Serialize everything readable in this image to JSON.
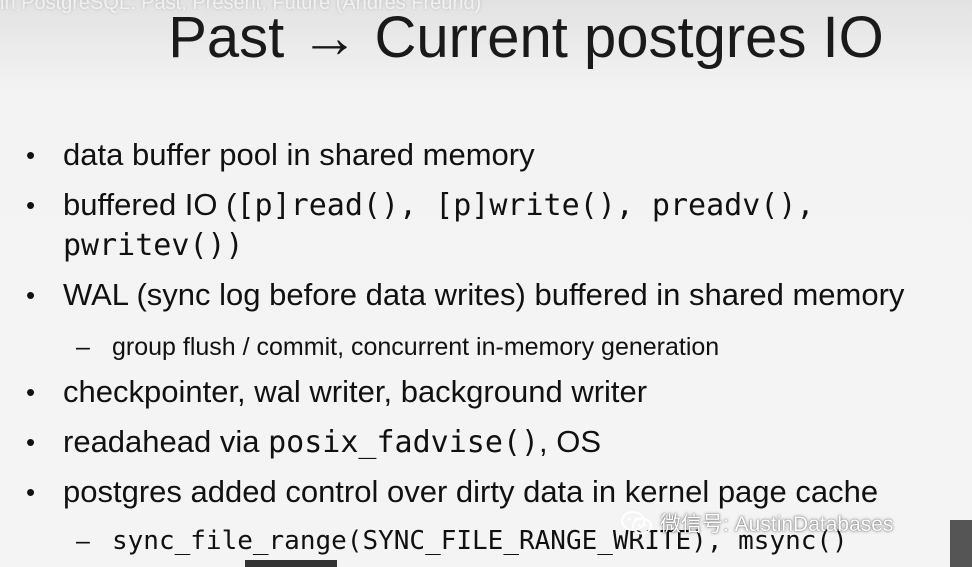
{
  "video_title": "in PostgreSQL: Past, Present, Future (Andres Freund)",
  "slide": {
    "title": "Past → Current postgres IO",
    "bullet_glyph": "•",
    "dash_glyph": "–",
    "b1": "data buffer pool in shared memory",
    "b2_prefix": "buffered IO (",
    "b2_code_line1": "[p]read(), [p]write(), preadv(),",
    "b2_code_line2": "pwritev())",
    "b3": "WAL (sync log before data writes) buffered in shared memory",
    "b3_sub": "group flush / commit, concurrent in-memory generation",
    "b4": "checkpointer, wal writer, background writer",
    "b5_prefix": "readahead via ",
    "b5_code": "posix_fadvise()",
    "b5_suffix": ", OS",
    "b6": "postgres added control over dirty data in kernel page cache",
    "b6_sub_code": "sync_file_range(SYNC_FILE_RANGE_WRITE), msync()"
  },
  "watermark": {
    "icon": "wechat-icon",
    "text": "微信号: AustinDatabases"
  }
}
